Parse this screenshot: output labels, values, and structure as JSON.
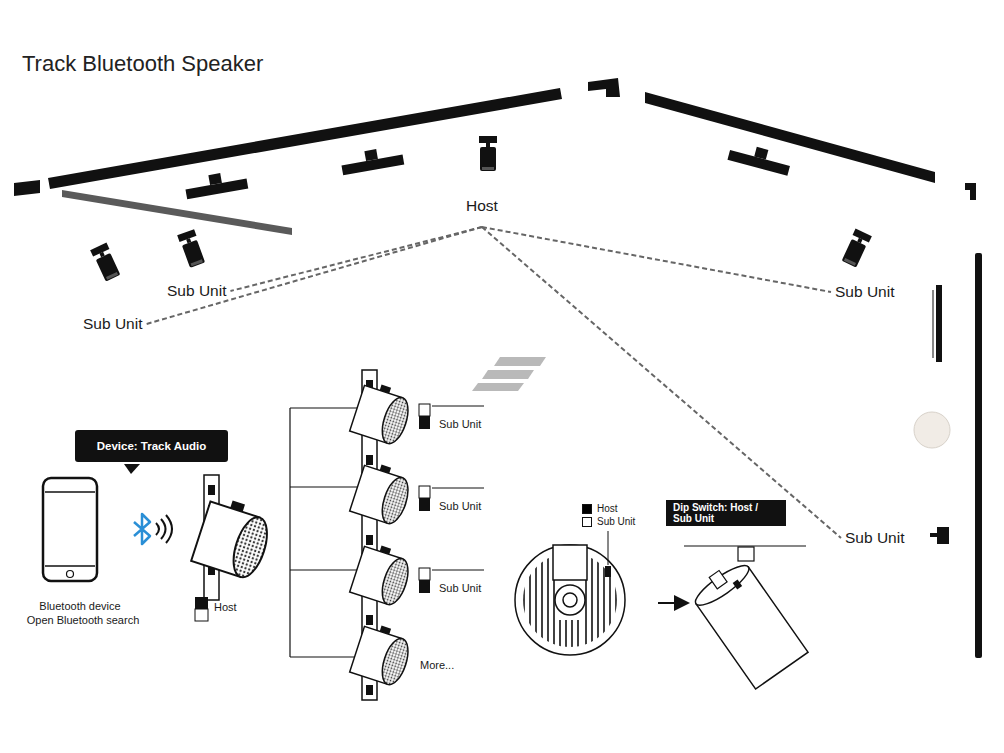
{
  "diagram": {
    "title": "Track Bluetooth Speaker",
    "nodes": [
      {
        "text": [
          "Host"
        ]
      },
      {
        "text": [
          "Sub Unit"
        ]
      },
      {
        "text": [
          "Sub Unit"
        ]
      },
      {
        "text": [
          "Sub Unit"
        ]
      },
      {
        "text": [
          "Device: Track Audio"
        ]
      },
      {
        "text": [
          "Dip Switch: Host / Sub Unit"
        ]
      },
      {
        "text": [
          "Sub Unit"
        ]
      }
    ],
    "edges": [
      {
        "from": 0,
        "to": 1,
        "arrow": "none"
      },
      {
        "from": 0,
        "to": 2,
        "arrow": "none"
      },
      {
        "from": 0,
        "to": 3,
        "arrow": "none"
      },
      {
        "from": 0,
        "to": 6,
        "arrow": "none"
      }
    ],
    "labels": [
      "Sub Unit",
      "Sub Unit",
      "Sub Unit",
      "Host",
      "Bluetooth device",
      "Open Bluetooth search",
      "More..."
    ],
    "legend": [
      {
        "text": "Host",
        "color": "#000000"
      },
      {
        "text": "Sub Unit",
        "color": "#ffffff"
      }
    ]
  }
}
